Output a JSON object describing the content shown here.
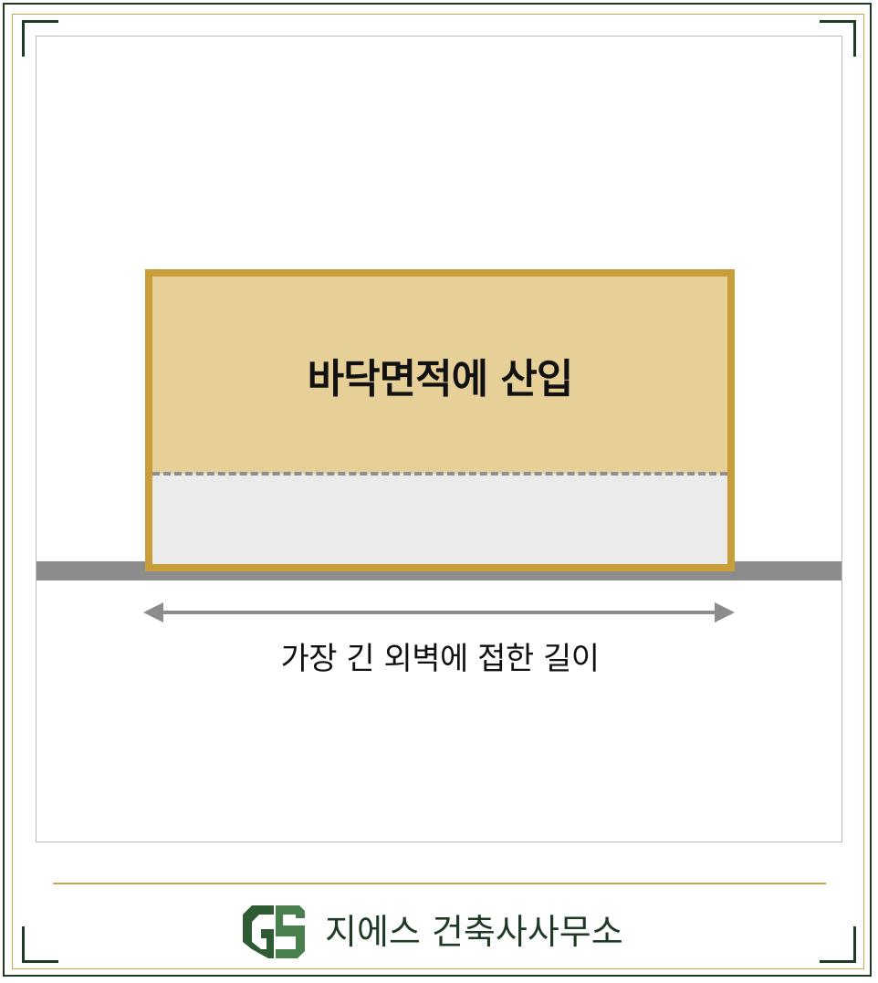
{
  "diagram": {
    "building_label": "바닥면적에 산입",
    "dimension_label": "가장 긴 외벽에 접한 길이"
  },
  "footer": {
    "company_name": "지에스 건축사사무소",
    "logo_icon": "gs-logo-icon"
  },
  "colors": {
    "frame": "#1f3a24",
    "gold": "#c99d3a",
    "building_fill": "#e7cf98",
    "ground": "#8c8c8c"
  }
}
